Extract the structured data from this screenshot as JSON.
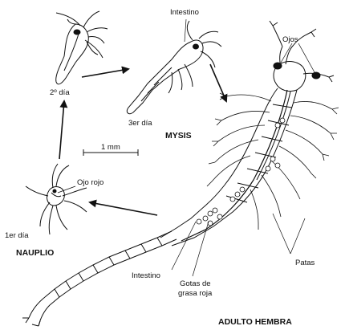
{
  "labels": {
    "intestino_mysis": "Intestino",
    "ojos": "Ojos",
    "dia2": "2º día",
    "dia3": "3er día",
    "mysis": "MYSIS",
    "scale": "1 mm",
    "ojo_rojo": "Ojo rojo",
    "dia1": "1er día",
    "nauplio": "NAUPLIO",
    "patas": "Patas",
    "intestino_adulto": "Intestino",
    "gotas_line1": "Gotas de",
    "gotas_line2": "grasa roja",
    "adulto": "ADULTO HEMBRA"
  }
}
